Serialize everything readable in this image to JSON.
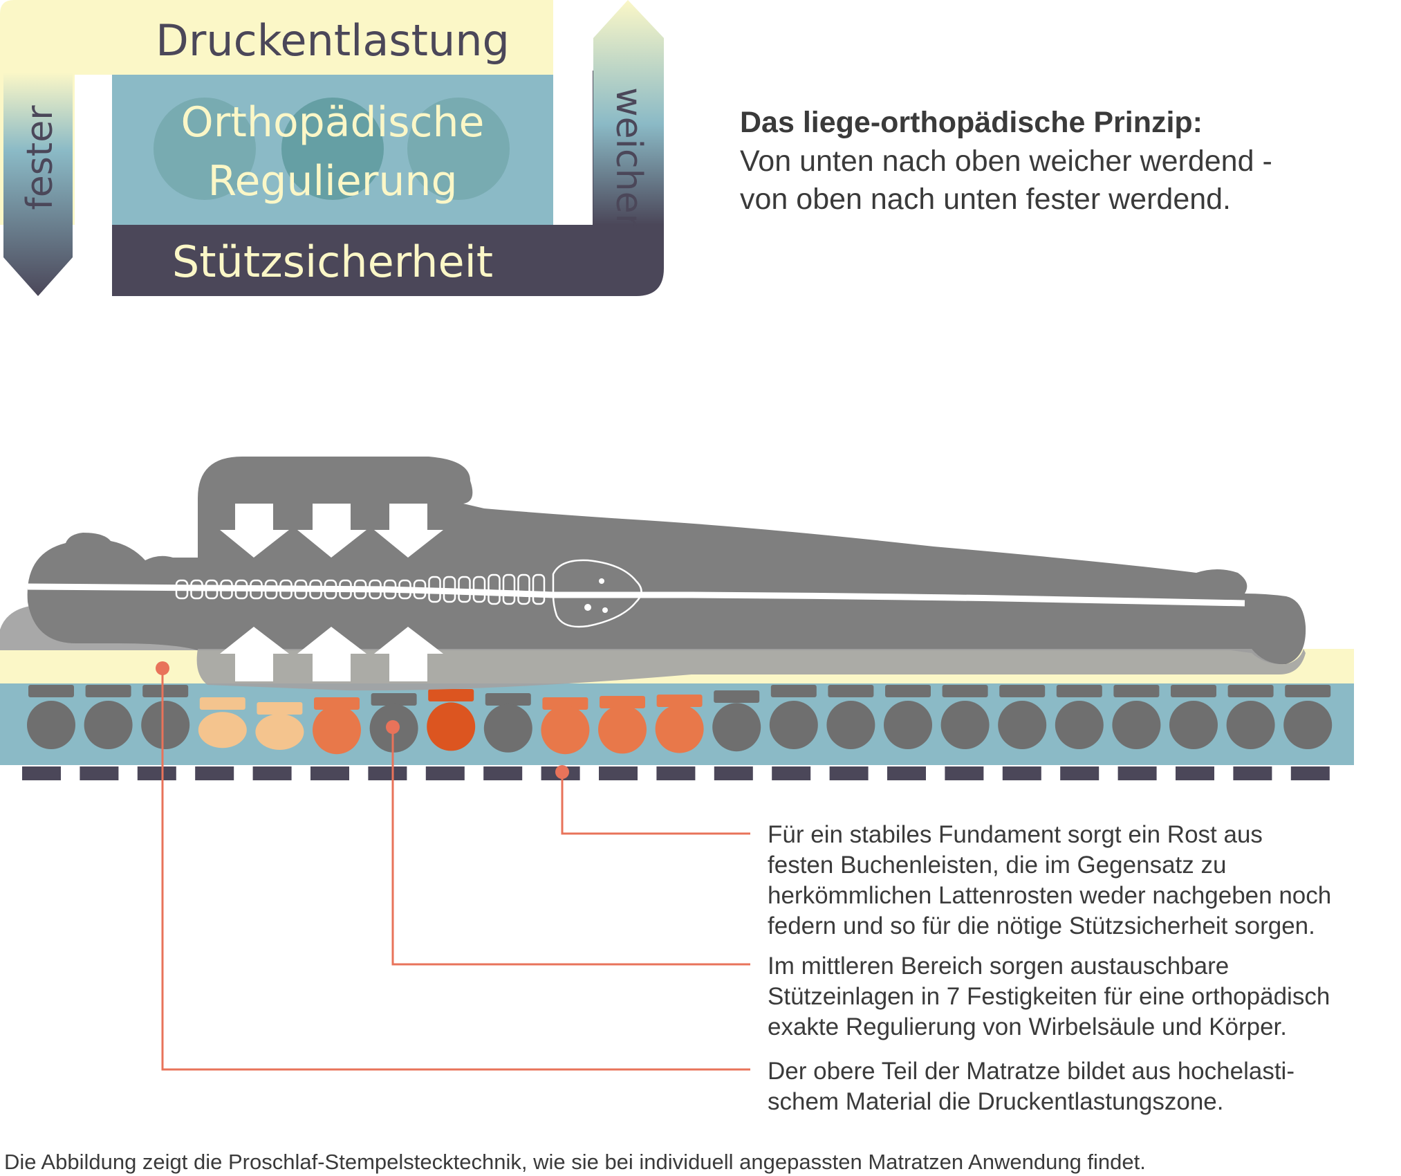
{
  "legend": {
    "top_label": "Druckentlastung",
    "middle_label_line1": "Orthopädische",
    "middle_label_line2": "Regulierung",
    "bottom_label": "Stützsicherheit",
    "left_arrow_label": "fester",
    "right_arrow_label": "weicher"
  },
  "principle": {
    "title": "Das liege-orthopädische Prinzip:",
    "line1": "Von unten nach oben weicher werdend -",
    "line2": "von oben nach unten fester werdend."
  },
  "callouts": [
    {
      "line1": "Für ein stabiles Fundament sorgt ein Rost aus",
      "line2": "festen Buchenleisten, die im Gegensatz zu",
      "line3": "herkömmlichen Lattenrosten weder nachgeben noch",
      "line4": "federn und so für die nötige Stützsicherheit sorgen."
    },
    {
      "line1": "Im mittleren Bereich sorgen austauschbare",
      "line2": "Stützeinlagen in 7 Festigkeiten für eine orthopädisch",
      "line3": "exakte Regulierung von Wirbelsäule und Körper."
    },
    {
      "line1": "Der obere Teil der Matratze bildet aus hochelasti-",
      "line2": "schem Material die Druckentlastungszone."
    }
  ],
  "caption": "Die Abbildung zeigt die Proschlaf-Stempelstecktechnik, wie sie bei individuell angepassten Matratzen Anwendung findet.",
  "colors": {
    "cream": "#fbf7c7",
    "teal": "#8bbac6",
    "dark_navy": "#4b4759",
    "body_gray": "#7f7f7f",
    "gray_pad": "#6f6f6f",
    "light_orange": "#f4c48e",
    "mid_orange": "#e8784a",
    "dark_orange": "#dc5520",
    "callout_line": "#e8735a",
    "text": "#3a3a3a"
  },
  "pad_colors": [
    "gray",
    "gray",
    "gray",
    "light",
    "light",
    "mid",
    "gray",
    "dark",
    "gray",
    "mid",
    "mid",
    "mid",
    "gray",
    "gray",
    "gray",
    "gray",
    "gray",
    "gray",
    "gray",
    "gray",
    "gray",
    "gray",
    "gray"
  ]
}
